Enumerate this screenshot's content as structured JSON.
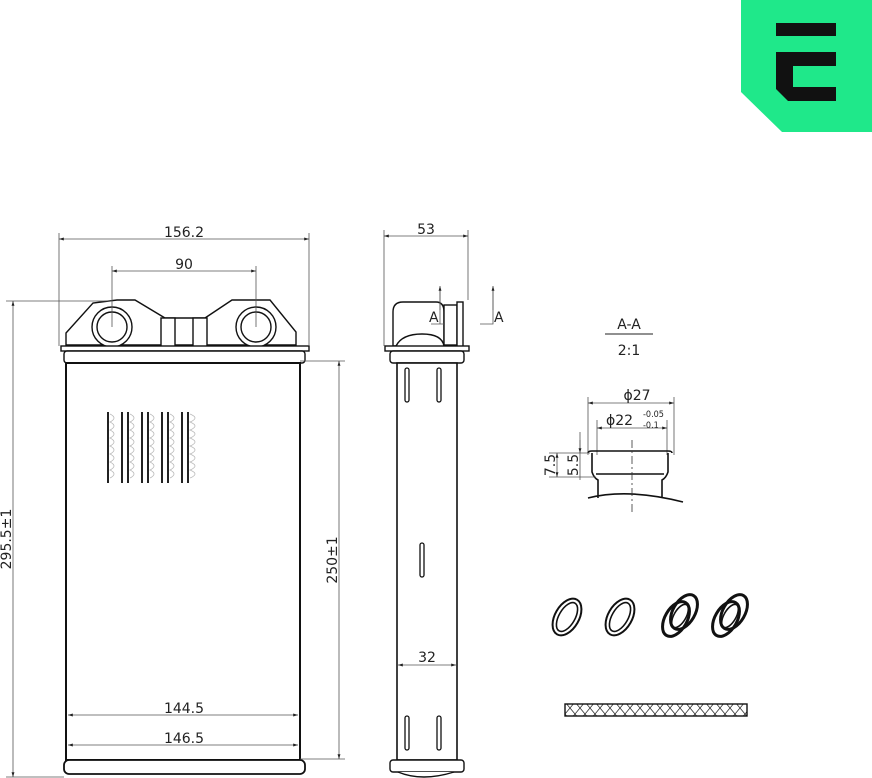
{
  "logo": {
    "letter": "E",
    "color": "#1fe88a",
    "ink": "#111111"
  },
  "front_view": {
    "overall_width": "156.2",
    "pipe_spacing": "90",
    "overall_height": "295.5±1",
    "core_height": "250±1",
    "core_width_inner": "144.5",
    "core_width_outer": "146.5"
  },
  "side_view": {
    "overall_depth": "53",
    "core_depth": "32",
    "section_marker_left": "A",
    "section_marker_right": "A"
  },
  "section_detail": {
    "title": "A-A",
    "scale": "2:1",
    "outer_diameter": "ϕ27",
    "inner_diameter": "ϕ22",
    "inner_tol_upper": "-0.05",
    "inner_tol_lower": "-0.1",
    "height_total": "7.5",
    "height_inner": "5.5"
  },
  "accessories": {
    "o_rings": 2,
    "seals": 2,
    "gasket_strip": 1
  }
}
